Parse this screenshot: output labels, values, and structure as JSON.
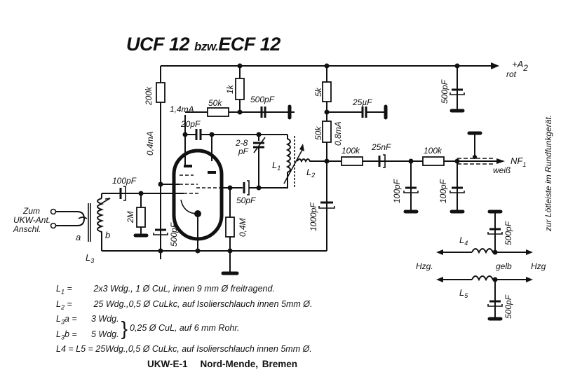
{
  "title": {
    "main_a": "UCF 12",
    "connector": "bzw.",
    "main_b": "ECF 12"
  },
  "components": {
    "resistors": {
      "r_200k": "200k",
      "r_1k": "1k",
      "r_50k_top": "50k",
      "r_5k": "5k",
      "r_50k_right": "50k",
      "r_2M": "2M",
      "r_0_4M": "0,4M",
      "r_100k_1": "100k",
      "r_100k_2": "100k"
    },
    "capacitors": {
      "c_500pF_top": "500pF",
      "c_20pF": "20pF",
      "c_trim": "2-8",
      "c_trim_unit": "pF",
      "c_50pF": "50pF",
      "c_100pF_in": "100pF",
      "c_500pF_cathode": "500pF",
      "c_1000pF": "1000pF",
      "c_25uF": "25µF",
      "c_25nF": "25nF",
      "c_100pF_a": "100pF",
      "c_100pF_b": "100pF",
      "c_500pF_supply": "500pF",
      "c_500pF_L4": "500pF",
      "c_500pF_L5": "500pF"
    },
    "currents": {
      "i_1_4mA": "1,4mA",
      "i_0_4mA": "0,4mA",
      "i_0_8mA": "0,8mA"
    },
    "inductors": {
      "L1": "L",
      "L1_sub": "1",
      "L2": "L",
      "L2_sub": "2",
      "L3": "L",
      "L3_sub": "3",
      "L4": "L",
      "L4_sub": "4",
      "L5": "L",
      "L5_sub": "5",
      "tap_a": "a",
      "tap_b": "b"
    }
  },
  "terminals": {
    "antenna_line1": "Zum",
    "antenna_line2": "UKW-Ant.",
    "antenna_line3": "Anschl.",
    "supply": "+A",
    "supply_sub": "2",
    "supply_color": "rot",
    "nf": "NF",
    "nf_sub": "1",
    "nf_color": "weiß",
    "heater_left": "Hzg.",
    "heater_color": "gelb",
    "heater_right": "Hzg"
  },
  "side_note": "zur Lötleiste im Rundfunkgerät.",
  "coil_notes": [
    {
      "sym": "L",
      "sub": "1",
      "eq": "=",
      "text": "2x3 Wdg., 1 Ø CuL, innen 9 mm Ø freitragend."
    },
    {
      "sym": "L",
      "sub": "2",
      "eq": "=",
      "text": "25 Wdg.,0,5 Ø CuLkc, auf Isolierschlauch innen 5mm Ø."
    },
    {
      "sym": "L",
      "sub": "3",
      "suffix": "a =",
      "text": "3 Wdg."
    },
    {
      "sym": "L",
      "sub": "3",
      "suffix": "b =",
      "text": "5 Wdg."
    },
    {
      "shared": "0,25 Ø CuL, auf 6 mm Rohr."
    },
    {
      "text": "L4 = L5 = 25Wdg.,0,5 Ø CuLkc, auf Isolierschlauch innen 5mm Ø."
    }
  ],
  "caption": {
    "model": "UKW-E-1",
    "maker": "Nord-Mende, Bremen"
  }
}
